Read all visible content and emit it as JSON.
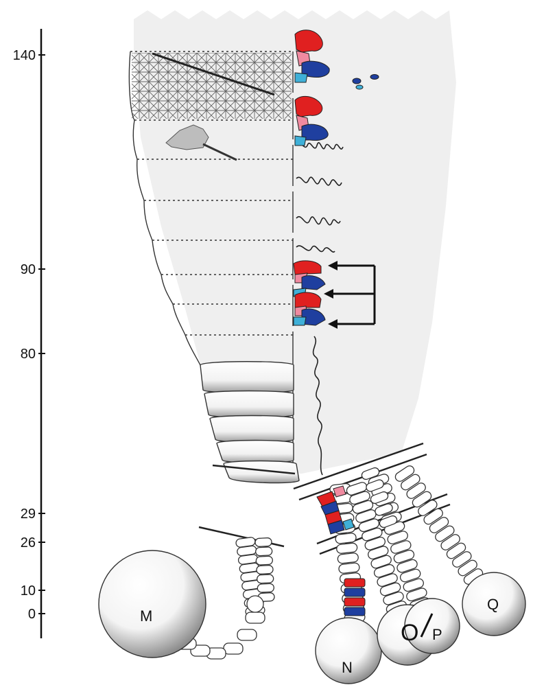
{
  "scale": {
    "ticks": [
      {
        "label": "140",
        "value": 140
      },
      {
        "label": "90",
        "value": 90
      },
      {
        "label": "80",
        "value": 80
      },
      {
        "label": "29",
        "value": 29
      },
      {
        "label": "26",
        "value": 26
      },
      {
        "label": "10",
        "value": 10
      },
      {
        "label": "0",
        "value": 0
      }
    ]
  },
  "balls": {
    "M": "M",
    "N": "N",
    "O": "O",
    "P": "P",
    "Q": "Q"
  },
  "colors": {
    "red": "#e02020",
    "pink": "#f08aa0",
    "blue": "#1f3f9f",
    "cyan": "#3fb0d8",
    "background_band": "#efefef",
    "outline": "#222222"
  }
}
